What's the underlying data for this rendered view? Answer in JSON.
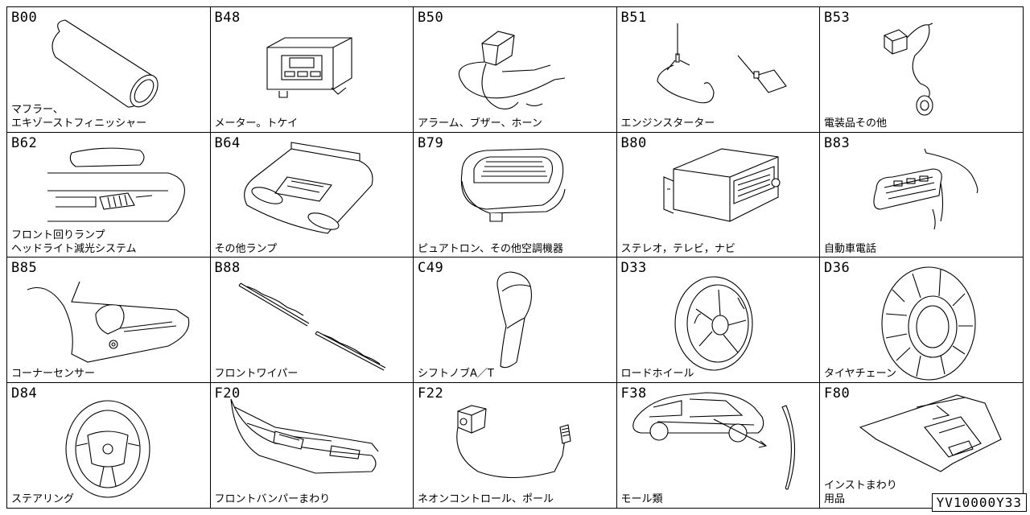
{
  "cells": [
    {
      "code": "B00",
      "label": [
        "マフラー、",
        "エキゾーストフィニッシャー"
      ],
      "icon": "muffler-tip-icon"
    },
    {
      "code": "B48",
      "label": [
        "メーター。トケイ"
      ],
      "icon": "clock-meter-icon"
    },
    {
      "code": "B50",
      "label": [
        "アラーム、ブザー、ホーン"
      ],
      "icon": "horn-icon"
    },
    {
      "code": "B51",
      "label": [
        "エンジンスターター"
      ],
      "icon": "engine-starter-icon"
    },
    {
      "code": "B53",
      "label": [
        "電装品その他"
      ],
      "icon": "electrical-part-icon"
    },
    {
      "code": "B62",
      "label": [
        "フロント回りランプ",
        "ヘッドライト減光システム"
      ],
      "icon": "front-lamp-icon"
    },
    {
      "code": "B64",
      "label": [
        "その他ランプ"
      ],
      "icon": "room-lamp-icon"
    },
    {
      "code": "B79",
      "label": [
        "ピュアトロン、その他空調機器"
      ],
      "icon": "air-purifier-icon"
    },
    {
      "code": "B80",
      "label": [
        "ステレオ，テレビ，ナビ"
      ],
      "icon": "car-stereo-icon"
    },
    {
      "code": "B83",
      "label": [
        "自動車電話"
      ],
      "icon": "car-phone-icon"
    },
    {
      "code": "B85",
      "label": [
        "コーナーセンサー"
      ],
      "icon": "corner-sensor-icon"
    },
    {
      "code": "B88",
      "label": [
        "フロントワイパー"
      ],
      "icon": "wiper-blade-icon"
    },
    {
      "code": "C49",
      "label": [
        "シフトノブA／T"
      ],
      "icon": "shift-knob-icon"
    },
    {
      "code": "D33",
      "label": [
        "ロードホイール"
      ],
      "icon": "road-wheel-icon"
    },
    {
      "code": "D36",
      "label": [
        "タイヤチェーン"
      ],
      "icon": "tire-chain-icon"
    },
    {
      "code": "D84",
      "label": [
        "ステアリング"
      ],
      "icon": "steering-wheel-icon"
    },
    {
      "code": "F20",
      "label": [
        "フロントバンパーまわり"
      ],
      "icon": "front-bumper-icon"
    },
    {
      "code": "F22",
      "label": [
        "ネオンコントロール、ポール"
      ],
      "icon": "neon-control-icon"
    },
    {
      "code": "F38",
      "label": [
        "モール類"
      ],
      "icon": "molding-icon"
    },
    {
      "code": "F80",
      "label": [
        "インストまわり",
        "用品"
      ],
      "icon": "instrument-panel-icon"
    }
  ],
  "reference": "YV10000Y33"
}
